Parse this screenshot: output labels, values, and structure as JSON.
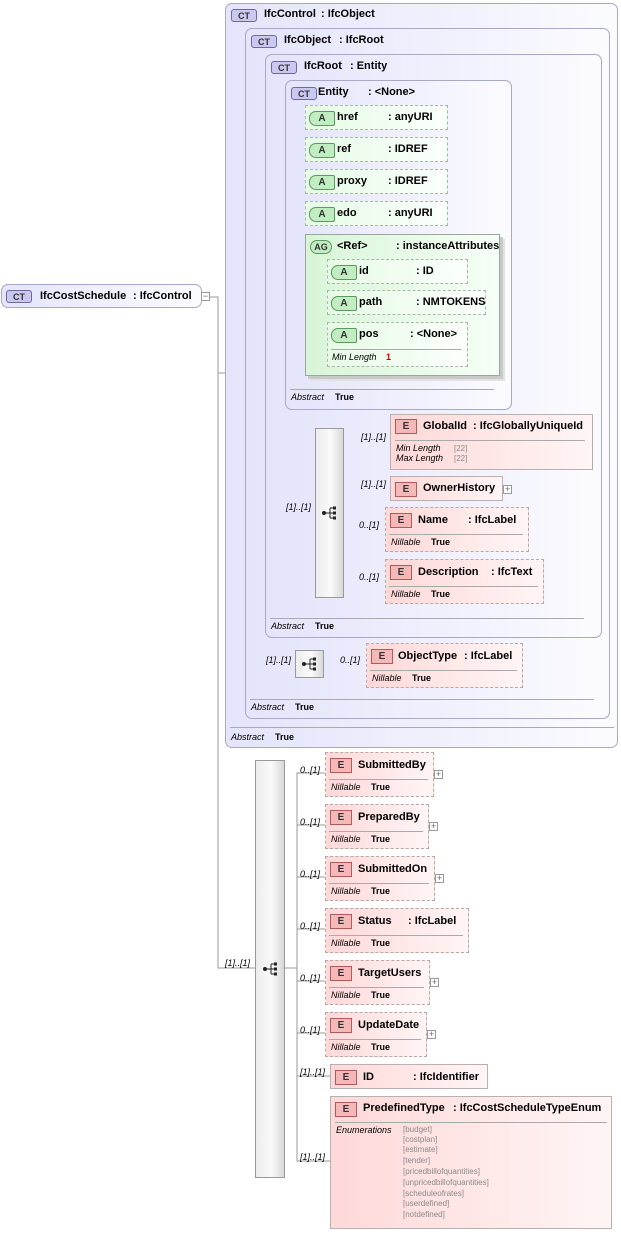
{
  "root": {
    "badge": "CT",
    "name": "IfcCostSchedule",
    "type": ": IfcControl"
  },
  "badges": {
    "ct": "CT",
    "attr": "A",
    "attr_group": "AG",
    "element": "E"
  },
  "ifc_control": {
    "name": "IfcControl",
    "type": ": IfcObject",
    "abstract_label": "Abstract",
    "abstract_value": "True"
  },
  "ifc_object": {
    "name": "IfcObject",
    "type": ": IfcRoot",
    "abstract_label": "Abstract",
    "abstract_value": "True",
    "object_type": {
      "card": "0..[1]",
      "name": "ObjectType",
      "type": ": IfcLabel",
      "nillable_label": "Nillable",
      "nillable_value": "True"
    },
    "seq_card": "[1]..[1]"
  },
  "ifc_root": {
    "name": "IfcRoot",
    "type": ": Entity",
    "abstract_label": "Abstract",
    "abstract_value": "True",
    "seq_card": "[1]..[1]",
    "global_id": {
      "card": "[1]..[1]",
      "name": "GlobalId",
      "type": ": IfcGloballyUniqueId",
      "min_length_label": "Min Length",
      "min_length_value": "[22]",
      "max_length_label": "Max Length",
      "max_length_value": "[22]"
    },
    "owner_history": {
      "card": "[1]..[1]",
      "name": "OwnerHistory"
    },
    "name_el": {
      "card": "0..[1]",
      "name": "Name",
      "type": ": IfcLabel",
      "nillable_label": "Nillable",
      "nillable_value": "True"
    },
    "description": {
      "card": "0..[1]",
      "name": "Description",
      "type": ": IfcText",
      "nillable_label": "Nillable",
      "nillable_value": "True"
    }
  },
  "entity": {
    "name": "Entity",
    "type": ": <None>",
    "abstract_label": "Abstract",
    "abstract_value": "True",
    "attributes": [
      {
        "name": "href",
        "type": ": anyURI"
      },
      {
        "name": "ref",
        "type": ": IDREF"
      },
      {
        "name": "proxy",
        "type": ": IDREF"
      },
      {
        "name": "edo",
        "type": ": anyURI"
      }
    ],
    "attr_group": {
      "name": "<Ref>",
      "type": ": instanceAttributes",
      "attributes": [
        {
          "name": "id",
          "type": ": ID"
        },
        {
          "name": "path",
          "type": ": NMTOKENS"
        },
        {
          "name": "pos",
          "type": ": <None>",
          "min_length_label": "Min Length",
          "min_length_value": "1"
        }
      ]
    }
  },
  "schedule": {
    "seq_card": "[1]..[1]",
    "elements": [
      {
        "card": "0..[1]",
        "name": "SubmittedBy",
        "type": "",
        "nillable_label": "Nillable",
        "nillable_value": "True"
      },
      {
        "card": "0..[1]",
        "name": "PreparedBy",
        "type": "",
        "nillable_label": "Nillable",
        "nillable_value": "True"
      },
      {
        "card": "0..[1]",
        "name": "SubmittedOn",
        "type": "",
        "nillable_label": "Nillable",
        "nillable_value": "True"
      },
      {
        "card": "0..[1]",
        "name": "Status",
        "type": ": IfcLabel",
        "nillable_label": "Nillable",
        "nillable_value": "True"
      },
      {
        "card": "0..[1]",
        "name": "TargetUsers",
        "type": "",
        "nillable_label": "Nillable",
        "nillable_value": "True"
      },
      {
        "card": "0..[1]",
        "name": "UpdateDate",
        "type": "",
        "nillable_label": "Nillable",
        "nillable_value": "True"
      }
    ],
    "id_el": {
      "card": "[1]..[1]",
      "name": "ID",
      "type": ": IfcIdentifier"
    },
    "predefined": {
      "card": "[1]..[1]",
      "name": "PredefinedType",
      "type": ": IfcCostScheduleTypeEnum",
      "enum_label": "Enumerations",
      "values": [
        "[budget]",
        "[costplan]",
        "[estimate]",
        "[tender]",
        "[pricedbillofquantities]",
        "[unpricedbillofquantities]",
        "[scheduleofrates]",
        "[userdefined]",
        "[notdefined]"
      ]
    }
  },
  "colors": {
    "complex_type": "#e4e4fb",
    "attribute": "#e6fbe6",
    "element": "#ffd8d8",
    "line": "#8a8a8a"
  }
}
